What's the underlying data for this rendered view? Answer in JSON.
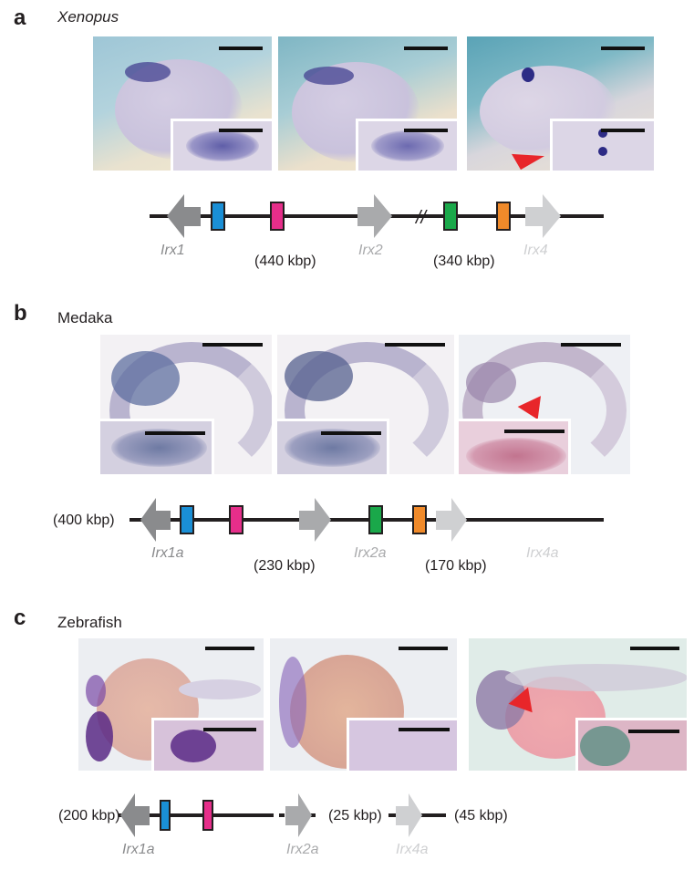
{
  "panels": [
    {
      "letter": "a",
      "species": "Xenopus",
      "images": [
        {
          "name": "xenopus-embryo-1",
          "arrowhead": false
        },
        {
          "name": "xenopus-embryo-2",
          "arrowhead": false
        },
        {
          "name": "xenopus-embryo-3",
          "arrowhead": true
        }
      ],
      "locus": {
        "left_distance": "",
        "genes": [
          "Irx1",
          "Irx2",
          "Irx4"
        ],
        "distances": [
          "(440 kbp)",
          "(340 kbp)"
        ],
        "break_mark": "//"
      }
    },
    {
      "letter": "b",
      "species": "Medaka",
      "images": [
        {
          "name": "medaka-embryo-1",
          "arrowhead": false
        },
        {
          "name": "medaka-embryo-2",
          "arrowhead": false
        },
        {
          "name": "medaka-embryo-3",
          "arrowhead": true
        }
      ],
      "locus": {
        "left_distance": "(400 kbp)",
        "genes": [
          "Irx1a",
          "Irx2a",
          "Irx4a"
        ],
        "distances": [
          "(230 kbp)",
          "(170 kbp)"
        ]
      }
    },
    {
      "letter": "c",
      "species": "Zebrafish",
      "images": [
        {
          "name": "zebrafish-embryo-1",
          "arrowhead": false
        },
        {
          "name": "zebrafish-embryo-2",
          "arrowhead": false
        },
        {
          "name": "zebrafish-embryo-3",
          "arrowhead": true
        }
      ],
      "locus": {
        "left_distance": "(200 kbp)",
        "genes": [
          "Irx1a",
          "Irx2a",
          "Irx4a"
        ],
        "distances": [
          "(25 kbp)",
          "(45 kbp)"
        ]
      }
    }
  ],
  "colors": {
    "element_blue": "#1a8fd6",
    "element_magenta": "#e62e8a",
    "element_green": "#1aa84a",
    "element_orange": "#f08a2a",
    "gene_irx1": "#8a8b8d",
    "gene_irx2": "#a9aaac",
    "gene_irx4": "#cfd0d2",
    "arrowhead_red": "#e8262a"
  }
}
